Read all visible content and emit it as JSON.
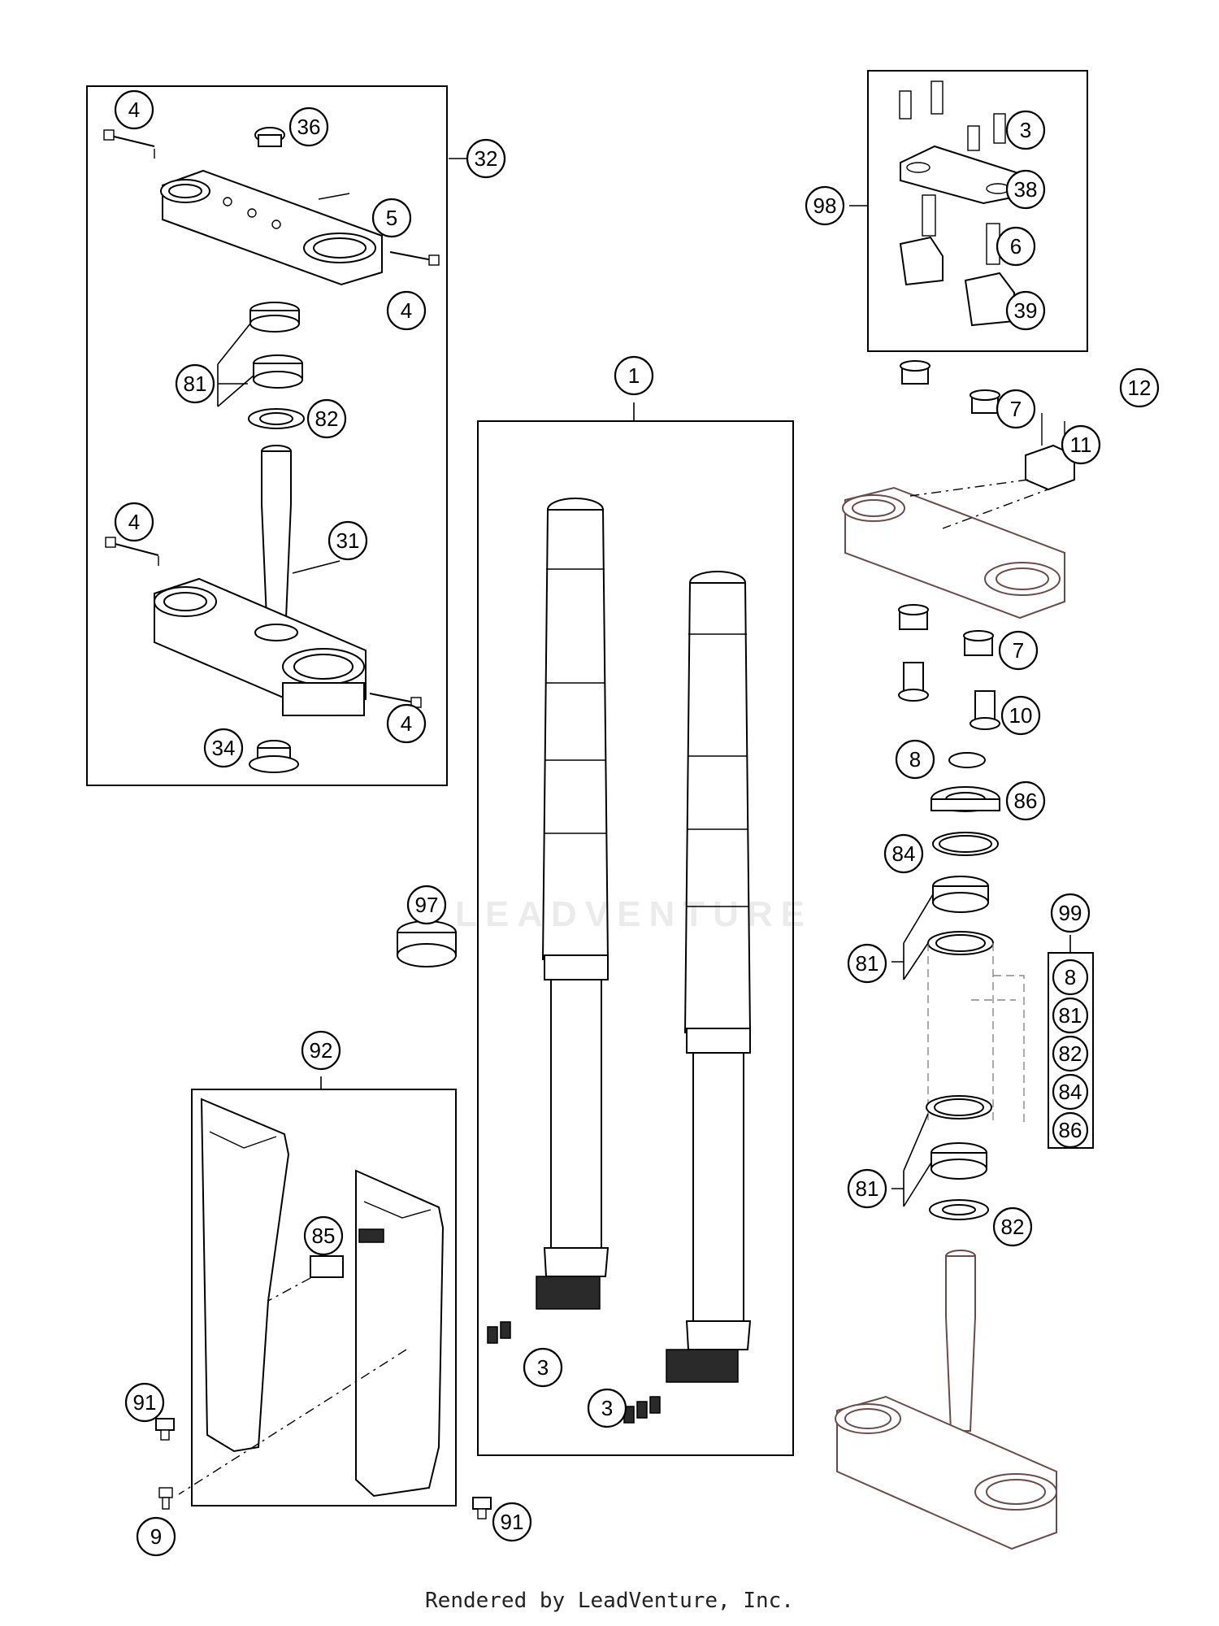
{
  "callouts": [
    {
      "id": "c-4-a",
      "label": "4"
    },
    {
      "id": "c-36",
      "label": "36"
    },
    {
      "id": "c-32",
      "label": "32"
    },
    {
      "id": "c-5",
      "label": "5"
    },
    {
      "id": "c-4-b",
      "label": "4"
    },
    {
      "id": "c-81-a",
      "label": "81"
    },
    {
      "id": "c-82-a",
      "label": "82"
    },
    {
      "id": "c-4-c",
      "label": "4"
    },
    {
      "id": "c-31",
      "label": "31"
    },
    {
      "id": "c-4-d",
      "label": "4"
    },
    {
      "id": "c-34",
      "label": "34"
    },
    {
      "id": "c-1",
      "label": "1"
    },
    {
      "id": "c-98",
      "label": "98"
    },
    {
      "id": "c-3-a",
      "label": "3"
    },
    {
      "id": "c-38",
      "label": "38"
    },
    {
      "id": "c-6",
      "label": "6"
    },
    {
      "id": "c-39",
      "label": "39"
    },
    {
      "id": "c-7-a",
      "label": "7"
    },
    {
      "id": "c-12",
      "label": "12"
    },
    {
      "id": "c-11",
      "label": "11"
    },
    {
      "id": "c-7-b",
      "label": "7"
    },
    {
      "id": "c-10",
      "label": "10"
    },
    {
      "id": "c-8",
      "label": "8"
    },
    {
      "id": "c-86",
      "label": "86"
    },
    {
      "id": "c-84",
      "label": "84"
    },
    {
      "id": "c-97",
      "label": "97"
    },
    {
      "id": "c-99",
      "label": "99"
    },
    {
      "id": "c-81-b",
      "label": "81"
    },
    {
      "id": "c-81-c",
      "label": "81"
    },
    {
      "id": "c-82-b",
      "label": "82"
    },
    {
      "id": "c-92",
      "label": "92"
    },
    {
      "id": "c-85",
      "label": "85"
    },
    {
      "id": "c-3-b",
      "label": "3"
    },
    {
      "id": "c-3-c",
      "label": "3"
    },
    {
      "id": "c-91-a",
      "label": "91"
    },
    {
      "id": "c-9",
      "label": "9"
    },
    {
      "id": "c-91-b",
      "label": "91"
    }
  ],
  "kit_99_items": [
    "8",
    "81",
    "82",
    "84",
    "86"
  ],
  "watermark": "LEADVENTURE",
  "footer": "Rendered by LeadVenture, Inc."
}
